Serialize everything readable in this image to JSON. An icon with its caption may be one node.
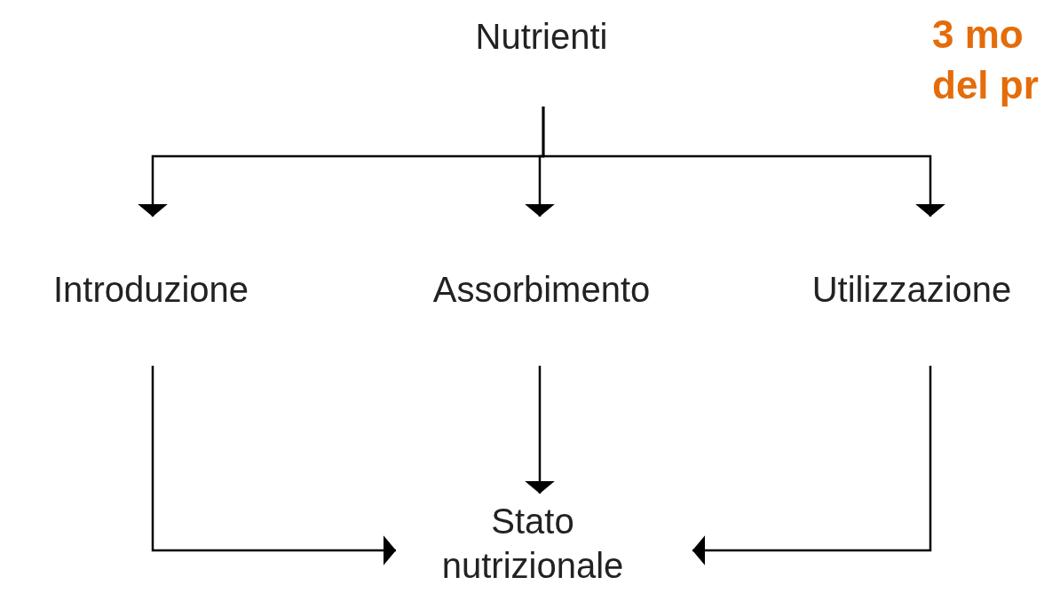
{
  "diagram": {
    "nodes": [
      {
        "text": [
          "Nutrienti"
        ]
      },
      {
        "text": [
          "Introduzione"
        ]
      },
      {
        "text": [
          "Assorbimento"
        ]
      },
      {
        "text": [
          "Utilizzazione"
        ]
      },
      {
        "text": [
          "Stato nutrizionale"
        ]
      }
    ],
    "edges": [
      {
        "from": 0,
        "to": 1,
        "arrow": "to"
      },
      {
        "from": 0,
        "to": 2,
        "arrow": "to"
      },
      {
        "from": 0,
        "to": 3,
        "arrow": "to"
      },
      {
        "from": 1,
        "to": 4,
        "arrow": "to"
      },
      {
        "from": 2,
        "to": 4,
        "arrow": "to"
      },
      {
        "from": 3,
        "to": 4,
        "arrow": "to"
      }
    ],
    "labels": [
      "3 mo",
      "del pr"
    ]
  }
}
